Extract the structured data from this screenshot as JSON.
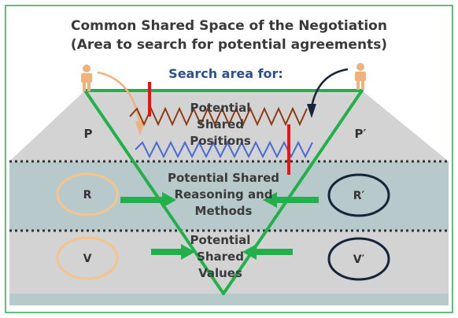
{
  "title_line1": "Common Shared Space of the Negotiation",
  "title_line2": "(Area to search for potential agreements)",
  "search_label": "Search area for:",
  "left_party": {
    "positions": "P",
    "reasoning": "R",
    "values": "V"
  },
  "right_party": {
    "positions": "P′",
    "reasoning": "R′",
    "values": "V′"
  },
  "shared_positions": [
    "Potential",
    "Shared",
    "Positions"
  ],
  "shared_reasoning": [
    "Potential Shared",
    "Reasoning and",
    "Methods"
  ],
  "shared_values": [
    "Potential",
    "Shared",
    "Values"
  ],
  "colors": {
    "frame_border": "#2fa84f",
    "triangle": "#22b04a",
    "arrow": "#22b04a",
    "title": "#3a3a3a",
    "search_label": "#2f4f8f",
    "trapezoid_gray": "#d3d3d3",
    "band_teal": "#b8c9cb",
    "left_circle": "#f4c48a",
    "right_circle": "#16243a",
    "wave_brown": "#8b3a12",
    "wave_blue": "#4a6bd6",
    "marker_red": "#ee1111",
    "person": "#f0b27a"
  }
}
